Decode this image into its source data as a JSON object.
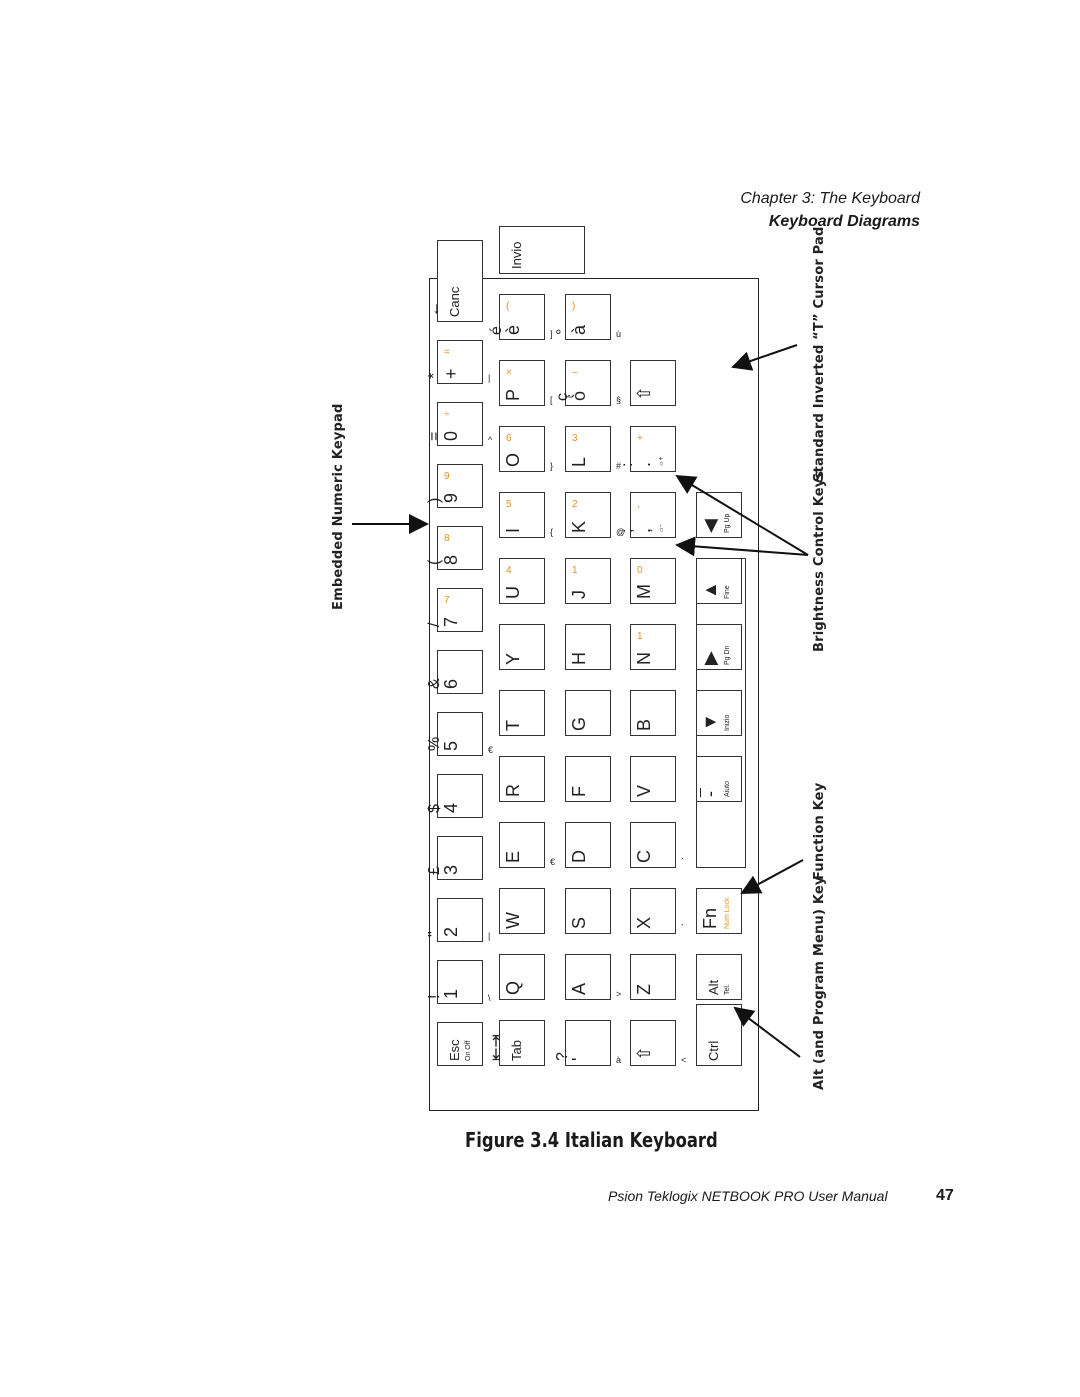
{
  "header": {
    "chapter": "Chapter 3:  The Keyboard",
    "section": "Keyboard Diagrams"
  },
  "figure": {
    "caption": "Figure 3.4 Italian Keyboard",
    "callouts": {
      "embedded_numeric_keypad": "Embedded Numeric Keypad",
      "cursor_pad": "Standard Inverted “T” Cursor Pad",
      "brightness": "Brightness Control Keys",
      "function_key": "Function Key",
      "alt_key": "Alt (and Program Menu) Key"
    },
    "rows": [
      {
        "name": "row-1",
        "keys": [
          {
            "main": "Esc",
            "sub": "On  Off"
          },
          {
            "main": "1",
            "shift": "!",
            "alt": "\\"
          },
          {
            "main": "2",
            "shift": "\"",
            "alt": "|"
          },
          {
            "main": "3",
            "shift": "£"
          },
          {
            "main": "4",
            "shift": "$"
          },
          {
            "main": "5",
            "shift": "%",
            "alt": "€"
          },
          {
            "main": "6",
            "shift": "&"
          },
          {
            "main": "7",
            "shift": "/",
            "num": "7"
          },
          {
            "main": "8",
            "shift": "(",
            "num": "8"
          },
          {
            "main": "9",
            "shift": ")",
            "num": "9"
          },
          {
            "main": "0",
            "shift": "=",
            "num": "÷",
            "alt": "^"
          },
          {
            "main": "+",
            "shift": "*",
            "num": "=",
            "alt": "|"
          },
          {
            "main": "Canc",
            "shift": "←"
          }
        ]
      },
      {
        "name": "row-2",
        "keys": [
          {
            "main": "Tab",
            "shift": "⇤⇥"
          },
          {
            "main": "Q"
          },
          {
            "main": "W"
          },
          {
            "main": "E",
            "alt": "€"
          },
          {
            "main": "R"
          },
          {
            "main": "T"
          },
          {
            "main": "Y"
          },
          {
            "main": "U",
            "num": "4"
          },
          {
            "main": "I",
            "num": "5",
            "alt": "{"
          },
          {
            "main": "O",
            "num": "6",
            "alt": "}"
          },
          {
            "main": "P",
            "num": "×",
            "alt": "["
          },
          {
            "main": "è",
            "shift": "é",
            "num": "(",
            "alt": "]"
          },
          {
            "main": "Invio"
          }
        ]
      },
      {
        "name": "row-3",
        "keys": [
          {
            "main": "'",
            "shift": "?",
            "alt": "à"
          },
          {
            "main": "A",
            "alt": ">"
          },
          {
            "main": "S"
          },
          {
            "main": "D"
          },
          {
            "main": "F"
          },
          {
            "main": "G"
          },
          {
            "main": "H"
          },
          {
            "main": "J",
            "num": "1"
          },
          {
            "main": "K",
            "num": "2",
            "alt": "@"
          },
          {
            "main": "L",
            "num": "3",
            "alt": "#"
          },
          {
            "main": "ò",
            "shift": "ç",
            "num": "–",
            "alt": "§"
          },
          {
            "main": "à",
            "shift": "°",
            "num": ")",
            "alt": "ù"
          }
        ]
      },
      {
        "name": "row-4",
        "keys": [
          {
            "main": "⇧",
            "alt": "<"
          },
          {
            "main": "Z"
          },
          {
            "main": "X",
            "alt": "`"
          },
          {
            "main": "C",
            "alt": "´"
          },
          {
            "main": "V"
          },
          {
            "main": "B"
          },
          {
            "main": "N",
            "num": "1"
          },
          {
            "main": "M",
            "num": "0"
          },
          {
            "main": ",",
            "shift": ";",
            "sub": "☼-",
            "num": ","
          },
          {
            "main": ".",
            "shift": ":",
            "sub": "☼+",
            "num": "+"
          },
          {
            "main": "⇧"
          }
        ]
      },
      {
        "name": "row-5",
        "keys": [
          {
            "main": "Ctrl"
          },
          {
            "main": "Alt",
            "sub": "Tel."
          },
          {
            "main": "Fn",
            "sub": "Num Lock"
          },
          {
            "main": ""
          },
          {
            "main": "-",
            "shift": "_",
            "sub": "Aiuto"
          },
          {
            "main": "▼",
            "sub": "Inizio"
          },
          {
            "main": "▶",
            "sub": "Pg Dn"
          },
          {
            "main": "▲",
            "sub": "Fine"
          },
          {
            "main": "◀",
            "sub": "Pg Up"
          }
        ]
      }
    ]
  },
  "footer": {
    "manual": "Psion Teklogix NETBOOK PRO User Manual",
    "page": "47"
  },
  "colors": {
    "ink": "#1a1a1a",
    "accent": "#e8901e"
  }
}
